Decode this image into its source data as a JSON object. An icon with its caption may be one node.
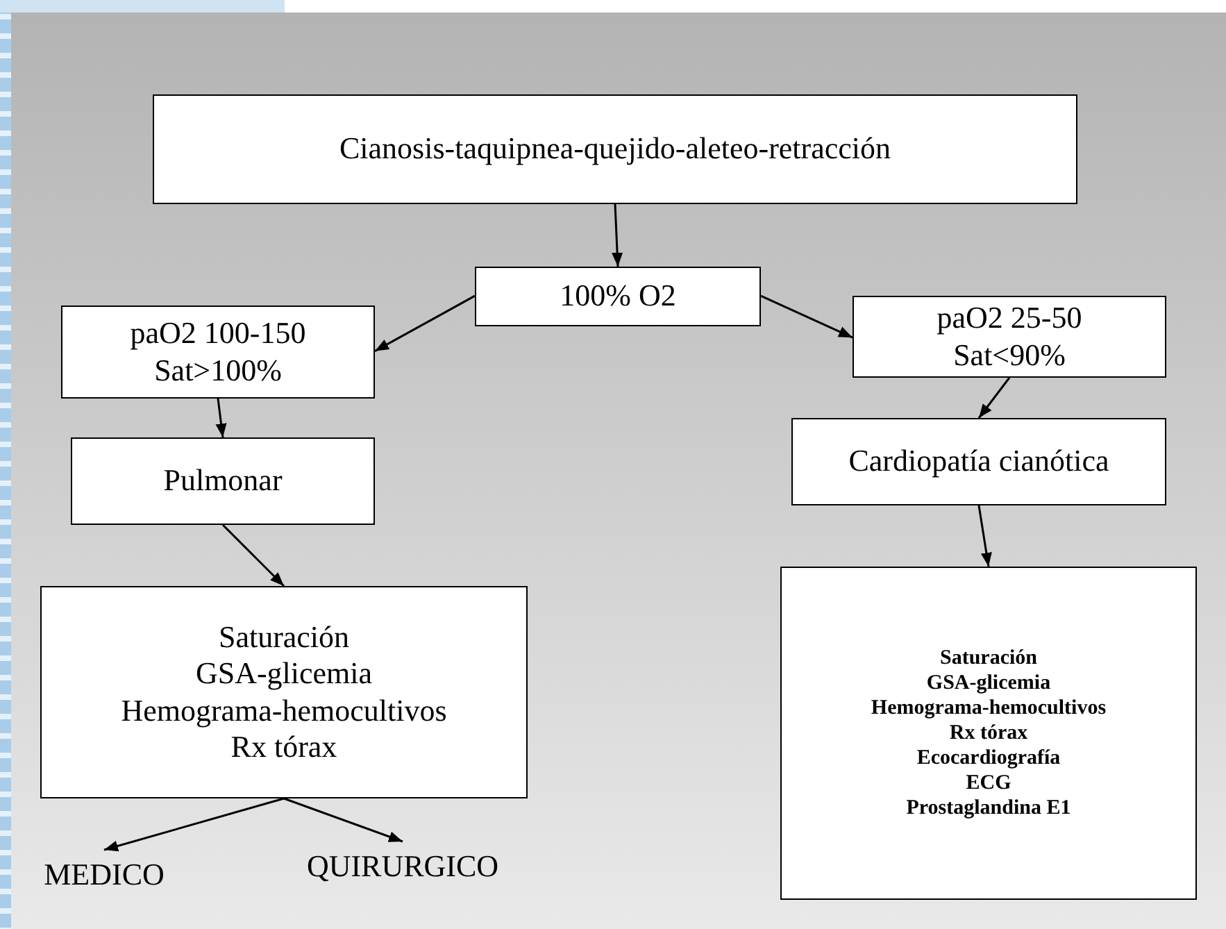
{
  "diagram": {
    "nodes": [
      {
        "text": [
          "Cianosis-taquipnea-quejido-aleteo-retracción"
        ]
      },
      {
        "text": [
          "100% O2"
        ]
      },
      {
        "text": [
          "paO2 100-150",
          "Sat>100%"
        ]
      },
      {
        "text": [
          "paO2 25-50",
          "Sat<90%"
        ]
      },
      {
        "text": [
          "Pulmonar"
        ]
      },
      {
        "text": [
          "Cardiopatía cianótica"
        ]
      },
      {
        "text": [
          "Saturación",
          "GSA-glicemia",
          "Hemograma-hemocultivos",
          "Rx tórax"
        ]
      },
      {
        "text": [
          "Saturación",
          "GSA-glicemia",
          "Hemograma-hemocultivos",
          "Rx tórax",
          "Ecocardiografía",
          "ECG",
          "Prostaglandina E1"
        ]
      },
      {
        "text": [
          "MEDICO"
        ]
      },
      {
        "text": [
          "QUIRURGICO"
        ]
      }
    ],
    "edges": [
      {
        "from": 0,
        "to": 1,
        "arrow": "to"
      },
      {
        "from": 1,
        "to": 2,
        "arrow": "to"
      },
      {
        "from": 1,
        "to": 3,
        "arrow": "to"
      },
      {
        "from": 2,
        "to": 4,
        "arrow": "to"
      },
      {
        "from": 3,
        "to": 5,
        "arrow": "to"
      },
      {
        "from": 4,
        "to": 6,
        "arrow": "to"
      },
      {
        "from": 5,
        "to": 7,
        "arrow": "to"
      },
      {
        "from": 6,
        "to": 8,
        "arrow": "to"
      },
      {
        "from": 6,
        "to": 9,
        "arrow": "to"
      }
    ]
  }
}
